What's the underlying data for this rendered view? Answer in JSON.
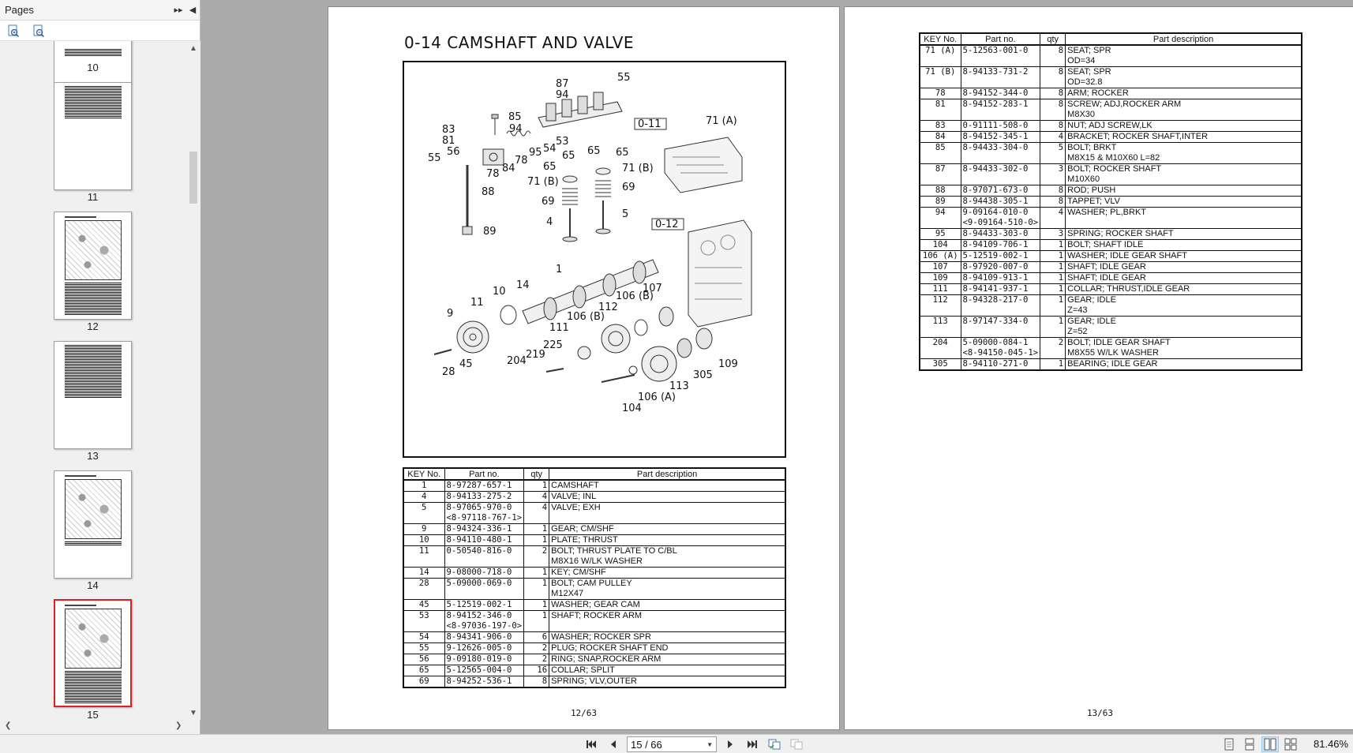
{
  "sidebar": {
    "title": "Pages",
    "thumbnails": [
      {
        "label": "10"
      },
      {
        "label": "11"
      },
      {
        "label": "12"
      },
      {
        "label": "13"
      },
      {
        "label": "14"
      },
      {
        "label": "15"
      }
    ]
  },
  "left_page": {
    "section_title": "0-14   CAMSHAFT AND VALVE",
    "page_number": "12/63",
    "figure_callouts": [
      "87",
      "55",
      "94",
      "85",
      "83",
      "94",
      "53",
      "81",
      "56",
      "78",
      "95",
      "54",
      "55",
      "84",
      "78",
      "65",
      "65",
      "65",
      "71 (B)",
      "71 (B)",
      "69",
      "69",
      "88",
      "4",
      "5",
      "89",
      "1",
      "14",
      "10",
      "107",
      "11",
      "106 (B)",
      "106 (B)",
      "112",
      "9",
      "111",
      "225",
      "219",
      "204",
      "28",
      "45",
      "305",
      "109",
      "113",
      "106 (A)",
      "104",
      "0-11",
      "71 (A)",
      "0-12"
    ],
    "table": {
      "headers": [
        "KEY No.",
        "Part no.",
        "qty",
        "Part description"
      ],
      "rows": [
        [
          "1",
          "8-97287-657-1",
          "1",
          "CAMSHAFT",
          "",
          ""
        ],
        [
          "4",
          "8-94133-275-2",
          "4",
          "VALVE; INL",
          "",
          ""
        ],
        [
          "5",
          "8-97065-970-0",
          "4",
          "VALVE; EXH",
          "<8-97118-767-1>",
          ""
        ],
        [
          "9",
          "8-94324-336-1",
          "1",
          "GEAR; CM/SHF",
          "",
          ""
        ],
        [
          "10",
          "8-94110-480-1",
          "1",
          "PLATE; THRUST",
          "",
          ""
        ],
        [
          "11",
          "0-50540-816-0",
          "2",
          "BOLT; THRUST PLATE TO C/BL",
          "",
          "M8X16 W/LK WASHER"
        ],
        [
          "14",
          "9-08000-718-0",
          "1",
          "KEY; CM/SHF",
          "",
          ""
        ],
        [
          "28",
          "5-09000-069-0",
          "1",
          "BOLT; CAM PULLEY",
          "",
          "M12X47"
        ],
        [
          "45",
          "5-12519-002-1",
          "1",
          "WASHER; GEAR CAM",
          "",
          ""
        ],
        [
          "53",
          "8-94152-346-0",
          "1",
          "SHAFT; ROCKER ARM",
          "<8-97036-197-0>",
          ""
        ],
        [
          "54",
          "8-94341-906-0",
          "6",
          "WASHER; ROCKER SPR",
          "",
          ""
        ],
        [
          "55",
          "9-12626-005-0",
          "2",
          "PLUG; ROCKER SHAFT END",
          "",
          ""
        ],
        [
          "56",
          "9-09180-019-0",
          "2",
          "RING; SNAP,ROCKER ARM",
          "",
          ""
        ],
        [
          "65",
          "5-12565-004-0",
          "16",
          "COLLAR; SPLIT",
          "",
          ""
        ],
        [
          "69",
          "8-94252-536-1",
          "8",
          "SPRING; VLV,OUTER",
          "",
          ""
        ]
      ]
    }
  },
  "right_page": {
    "page_number": "13/63",
    "table": {
      "headers": [
        "KEY No.",
        "Part no.",
        "qty",
        "Part description"
      ],
      "rows": [
        [
          "71 (A)",
          "5-12563-001-0",
          "8",
          "SEAT; SPR",
          "",
          "OD=34"
        ],
        [
          "71 (B)",
          "8-94133-731-2",
          "8",
          "SEAT; SPR",
          "",
          "OD=32.8"
        ],
        [
          "78",
          "8-94152-344-0",
          "8",
          "ARM; ROCKER",
          "",
          ""
        ],
        [
          "81",
          "8-94152-283-1",
          "8",
          "SCREW; ADJ,ROCKER ARM",
          "",
          "M8X30"
        ],
        [
          "83",
          "0-91111-508-0",
          "8",
          "NUT; ADJ SCREW,LK",
          "",
          ""
        ],
        [
          "84",
          "8-94152-345-1",
          "4",
          "BRACKET; ROCKER SHAFT,INTER",
          "",
          ""
        ],
        [
          "85",
          "8-94433-304-0",
          "5",
          "BOLT; BRKT",
          "",
          "M8X15 & M10X60 L=82"
        ],
        [
          "87",
          "8-94433-302-0",
          "3",
          "BOLT; ROCKER SHAFT",
          "",
          "M10X60"
        ],
        [
          "88",
          "8-97071-673-0",
          "8",
          "ROD; PUSH",
          "",
          ""
        ],
        [
          "89",
          "8-94438-305-1",
          "8",
          "TAPPET; VLV",
          "",
          ""
        ],
        [
          "94",
          "9-09164-010-0",
          "4",
          "WASHER; PL,BRKT",
          "<9-09164-510-0>",
          ""
        ],
        [
          "95",
          "8-94433-303-0",
          "3",
          "SPRING; ROCKER SHAFT",
          "",
          ""
        ],
        [
          "104",
          "8-94109-706-1",
          "1",
          "BOLT; SHAFT IDLE",
          "",
          ""
        ],
        [
          "106 (A)",
          "5-12519-002-1",
          "1",
          "WASHER; IDLE GEAR SHAFT",
          "",
          ""
        ],
        [
          "107",
          "8-97920-007-0",
          "1",
          "SHAFT; IDLE GEAR",
          "",
          ""
        ],
        [
          "109",
          "8-94109-913-1",
          "1",
          "SHAFT; IDLE GEAR",
          "",
          ""
        ],
        [
          "111",
          "8-94141-937-1",
          "1",
          "COLLAR; THRUST,IDLE GEAR",
          "",
          ""
        ],
        [
          "112",
          "8-94328-217-0",
          "1",
          "GEAR; IDLE",
          "",
          "Z=43"
        ],
        [
          "113",
          "8-97147-334-0",
          "1",
          "GEAR; IDLE",
          "",
          "Z=52"
        ],
        [
          "204",
          "5-09000-084-1",
          "2",
          "BOLT; IDLE GEAR SHAFT",
          "<8-94150-045-1>",
          "M8X55 W/LK WASHER"
        ],
        [
          "305",
          "8-94110-271-0",
          "1",
          "BEARING; IDLE GEAR",
          "",
          ""
        ]
      ]
    }
  },
  "toolbar": {
    "page_select_value": "15 / 66",
    "zoom": "81.46%"
  },
  "icons": {
    "first": "first-page-icon",
    "prev": "prev-page-icon",
    "next": "next-page-icon",
    "last": "last-page-icon"
  }
}
